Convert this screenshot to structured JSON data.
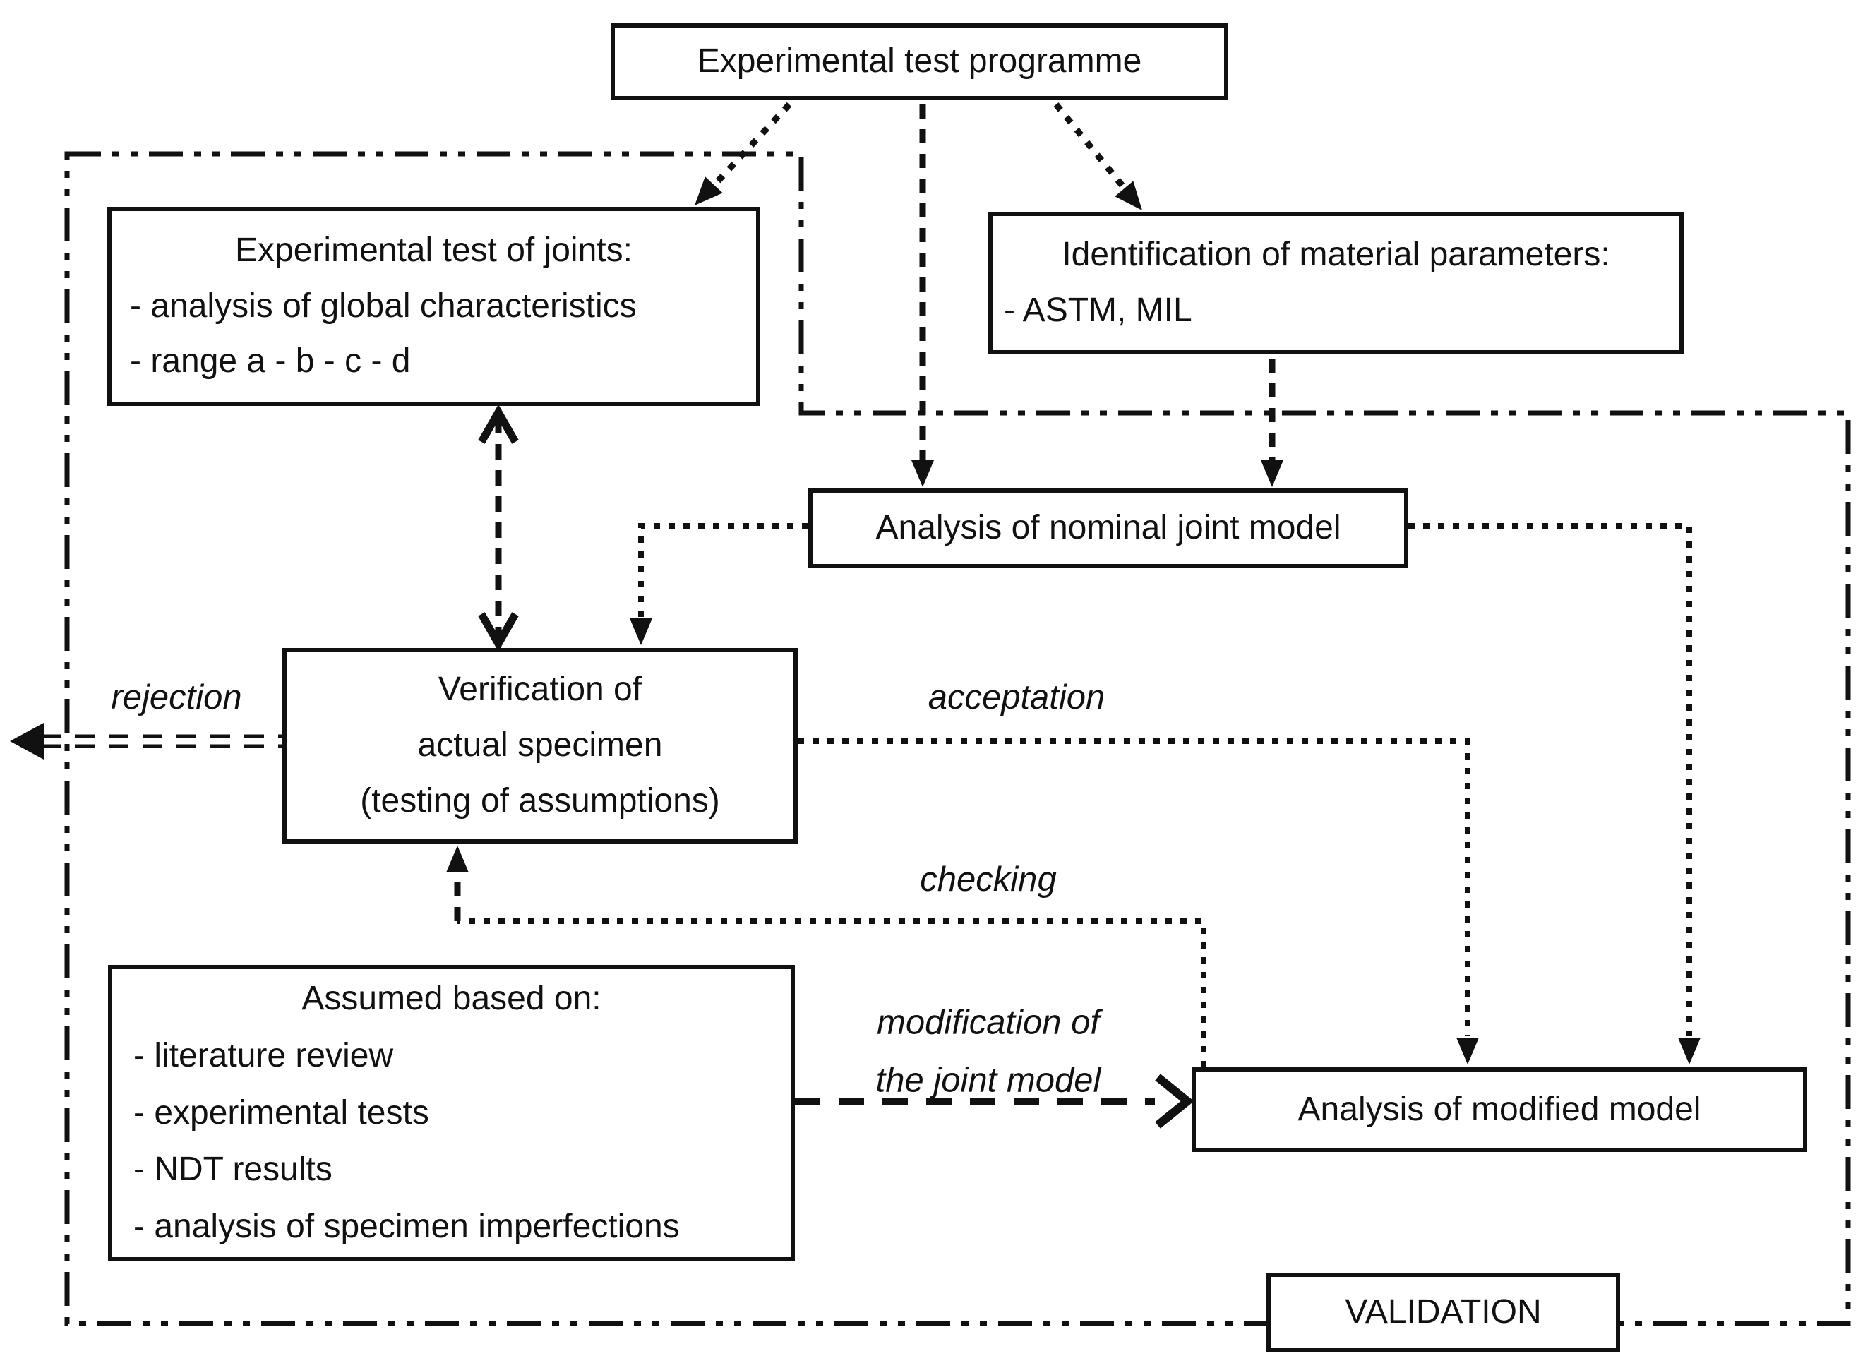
{
  "colors": {
    "ink": "#111111",
    "background": "#ffffff"
  },
  "boxes": {
    "programme": {
      "title": "Experimental test programme"
    },
    "joints": {
      "title": "Experimental test of joints:",
      "items": [
        "- analysis of global characteristics",
        "- range a - b - c - d"
      ]
    },
    "materials": {
      "title": "Identification of material parameters:",
      "items": [
        "- ASTM, MIL"
      ]
    },
    "nominal": {
      "title": "Analysis of nominal joint model"
    },
    "verification": {
      "lines": [
        "Verification of",
        "actual specimen",
        "(testing of assumptions)"
      ]
    },
    "assumed": {
      "title": "Assumed based on:",
      "items": [
        "- literature review",
        "- experimental tests",
        "- NDT results",
        "- analysis  of specimen imperfections"
      ]
    },
    "modified": {
      "title": "Analysis of modified model"
    },
    "validation": {
      "title": "VALIDATION"
    }
  },
  "edge_labels": {
    "rejection": "rejection",
    "acceptation": "acceptation",
    "checking": "checking",
    "modification_line1": "modification of",
    "modification_line2": "the joint model"
  }
}
